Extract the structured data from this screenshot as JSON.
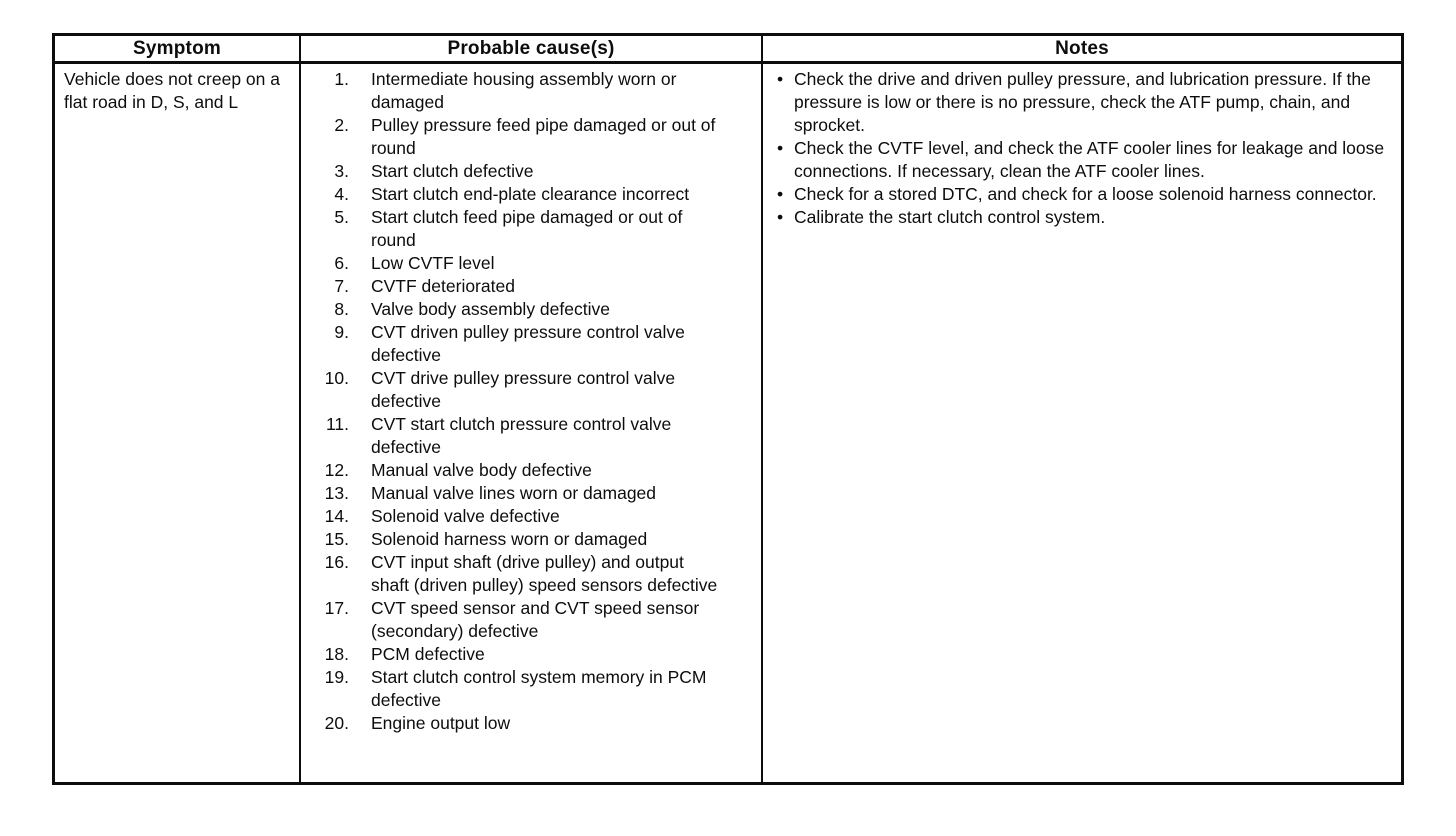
{
  "table": {
    "headers": {
      "symptom": "Symptom",
      "causes": "Probable cause(s)",
      "notes": "Notes"
    },
    "bullet_char": "•",
    "symptom_text": "Vehicle does not creep on a flat road in D, S, and L",
    "causes": [
      {
        "num": "1.",
        "text": "Intermediate housing assembly worn or damaged"
      },
      {
        "num": "2.",
        "text": "Pulley pressure feed pipe damaged or out of round"
      },
      {
        "num": "3.",
        "text": "Start clutch defective"
      },
      {
        "num": "4.",
        "text": "Start clutch end-plate clearance incorrect"
      },
      {
        "num": "5.",
        "text": "Start clutch feed pipe damaged or out of round"
      },
      {
        "num": "6.",
        "text": "Low CVTF level"
      },
      {
        "num": "7.",
        "text": "CVTF deteriorated"
      },
      {
        "num": "8.",
        "text": "Valve body assembly defective"
      },
      {
        "num": "9.",
        "text": "CVT driven pulley pressure control valve defective"
      },
      {
        "num": "10.",
        "text": "CVT drive pulley pressure control valve defective"
      },
      {
        "num": "11.",
        "text": "CVT start clutch pressure control valve defective"
      },
      {
        "num": "12.",
        "text": "Manual valve body defective"
      },
      {
        "num": "13.",
        "text": "Manual valve lines worn or damaged"
      },
      {
        "num": "14.",
        "text": "Solenoid valve defective"
      },
      {
        "num": "15.",
        "text": "Solenoid harness worn or damaged"
      },
      {
        "num": "16.",
        "text": "CVT input shaft (drive pulley) and output shaft (driven pulley) speed sensors defective"
      },
      {
        "num": "17.",
        "text": "CVT speed sensor and CVT speed sensor (secondary) defective"
      },
      {
        "num": "18.",
        "text": "PCM defective"
      },
      {
        "num": "19.",
        "text": "Start clutch control system memory in PCM defective"
      },
      {
        "num": "20.",
        "text": "Engine output low"
      }
    ],
    "notes": [
      "Check the drive and driven pulley pressure, and lubrication pressure. If the pressure is low or there is no pressure, check the ATF pump, chain, and sprocket.",
      "Check the CVTF level, and check the ATF cooler lines for leakage and loose connections. If necessary, clean the ATF cooler lines.",
      "Check for a stored DTC, and check for a loose solenoid harness connector.",
      "Calibrate the start clutch control system."
    ]
  }
}
